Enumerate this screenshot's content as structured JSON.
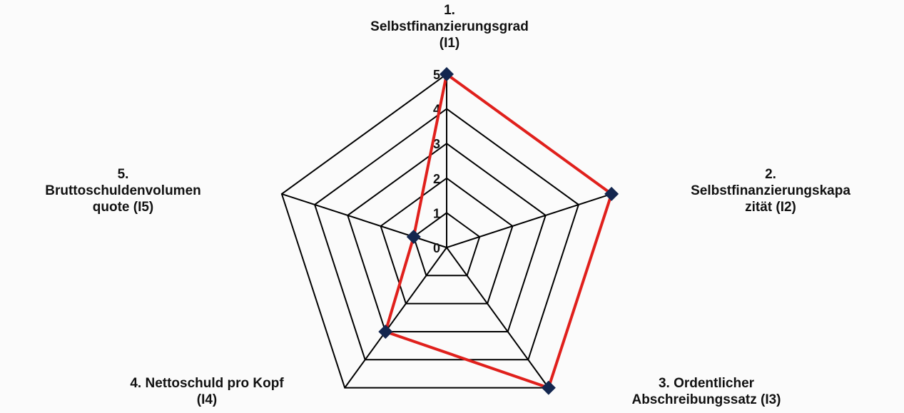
{
  "chart_data": {
    "type": "radar",
    "title": "",
    "axes": [
      {
        "number": "1.",
        "lines": [
          "Selbstfinanzierungsgrad",
          "(I1)"
        ]
      },
      {
        "number": "2.",
        "lines": [
          "Selbstfinanzierungskapa",
          "zität (I2)"
        ]
      },
      {
        "number": "3.",
        "lines": [
          "Ordentlicher",
          "Abschreibungssatz (I3)"
        ]
      },
      {
        "number": "4.",
        "lines": [
          "Nettoschuld pro Kopf",
          "(I4)"
        ]
      },
      {
        "number": "5.",
        "lines": [
          "Bruttoschuldenvolumen",
          "quote (I5)"
        ]
      }
    ],
    "ticks": [
      "0",
      "1",
      "2",
      "3",
      "4",
      "5"
    ],
    "range": [
      0,
      5
    ],
    "grid": true,
    "series": [
      {
        "values": [
          5,
          5,
          5,
          3,
          1
        ]
      }
    ],
    "colors": {
      "grid": "#000000",
      "line": "#e0201c",
      "marker": "#13264f"
    }
  }
}
